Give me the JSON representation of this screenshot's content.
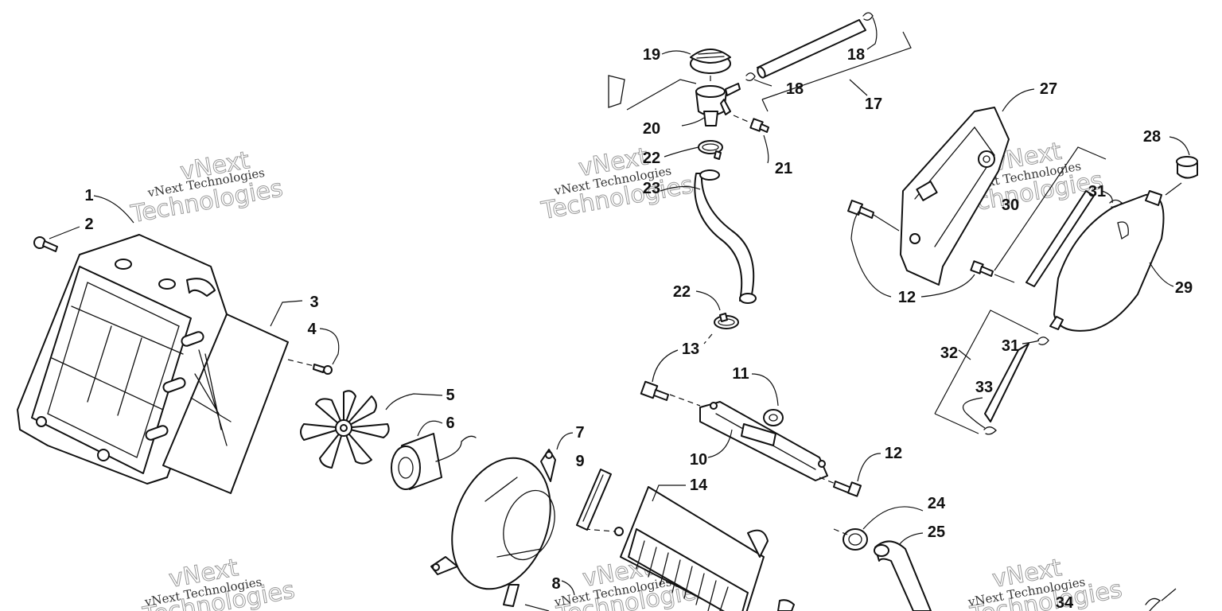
{
  "watermark": {
    "line": "vNext Technologies",
    "big_top": "vNext",
    "big_bottom": "Technologies"
  },
  "callouts": [
    "1",
    "2",
    "3",
    "4",
    "5",
    "6",
    "7",
    "8",
    "9",
    "10",
    "11",
    "12",
    "13",
    "14",
    "17",
    "18",
    "19",
    "20",
    "21",
    "22",
    "23",
    "24",
    "25",
    "27",
    "28",
    "29",
    "30",
    "31",
    "32",
    "33",
    "34"
  ],
  "colors": {
    "ink": "#111111",
    "paper": "#ffffff",
    "watermark_outline": "#9a9a9a"
  }
}
